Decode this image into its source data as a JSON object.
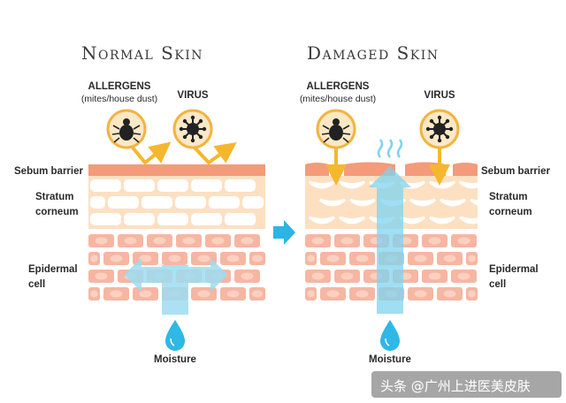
{
  "normal": {
    "title": "Normal Skin",
    "allergens": "ALLERGENS",
    "allergens_sub": "(mites/house dust)",
    "virus": "VIRUS",
    "sebum": "Sebum barrier",
    "stratum": "Stratum corneum",
    "epidermal": "Epidermal cell",
    "moisture": "Moisture"
  },
  "damaged": {
    "title": "Damaged Skin",
    "allergens": "ALLERGENS",
    "allergens_sub": "(mites/house dust)",
    "virus": "VIRUS",
    "sebum": "Sebum barrier",
    "stratum": "Stratum corneum",
    "epidermal": "Epidermal cell",
    "moisture": "Moisture"
  },
  "icons": {
    "mite": "mite-icon",
    "virus": "virus-icon",
    "droplet": "water-drop-icon",
    "arrow": "transition-arrow-icon"
  },
  "colors": {
    "sebum": "#f39b7a",
    "stratum_bg": "#fde0c2",
    "stratum_cell": "#ffffff",
    "cell": "#f6b6a2",
    "cell_nucleus": "#fbd0c1",
    "moisture": "#7fd3ef",
    "arrow_yellow": "#f5b72c",
    "icon_ring": "#f2b440",
    "transition_arrow": "#2bb5e5"
  },
  "watermark": "头条 @广州上进医美皮肤"
}
